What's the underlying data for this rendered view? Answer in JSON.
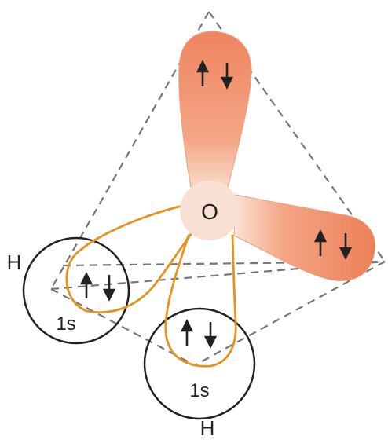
{
  "center_atom": {
    "label": "O"
  },
  "hydrogens": [
    {
      "atom_label": "H",
      "orbital_label": "1s"
    },
    {
      "atom_label": "H",
      "orbital_label": "1s"
    }
  ],
  "lone_pairs": [
    {
      "electrons": "↑↓"
    },
    {
      "electrons": "↑↓"
    }
  ],
  "bond_pairs": [
    {
      "electrons": "↑↓"
    },
    {
      "electrons": "↑↓"
    }
  ],
  "colors": {
    "lone_pair_fill": "#ef8a63",
    "lone_pair_light": "#f9d3c2",
    "bond_outline": "#e8921e",
    "nucleus_fill": "#f8e0d3",
    "dashed_tetrahedron": "#777777",
    "circle_outline": "#222222"
  }
}
